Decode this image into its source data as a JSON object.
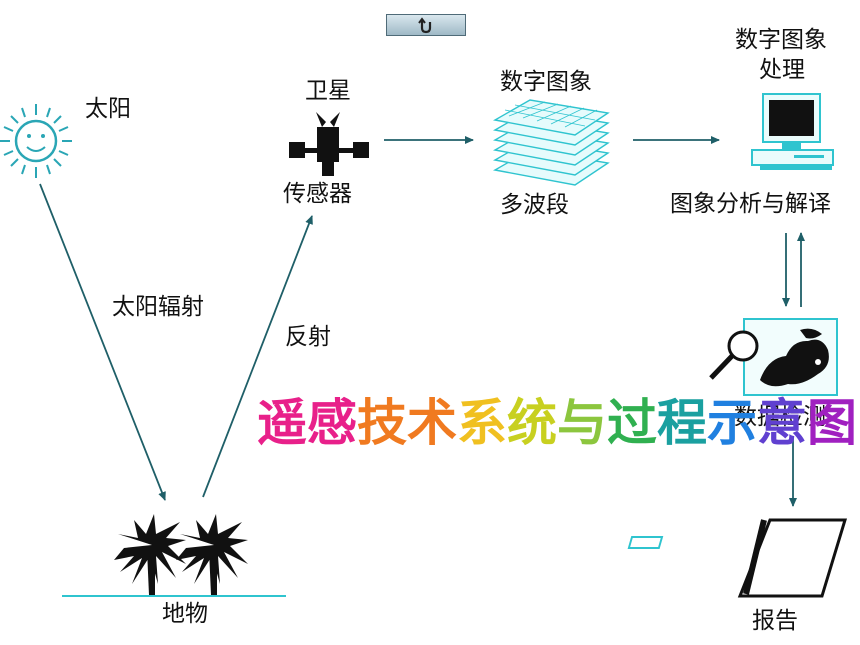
{
  "nav": {
    "back_button_icon": "return-arrow-icon"
  },
  "labels": {
    "sun": "太阳",
    "satellite": "卫星",
    "sensor": "传感器",
    "digital_image_top": "数字图象",
    "multiband": "多波段",
    "processing_line1": "数字图象",
    "processing_line2": "处理",
    "analysis": "图象分析与解译",
    "solar_radiation": "太阳辐射",
    "reflection": "反射",
    "data_check": "数据检测",
    "ground_object": "地物",
    "report": "报告"
  },
  "title": {
    "chars": [
      "遥",
      "感",
      "技",
      "术",
      "系",
      "统",
      "与",
      "过",
      "程",
      "示",
      "意",
      "图"
    ],
    "colors": [
      "#e8208a",
      "#e8208a",
      "#f07a20",
      "#f07a20",
      "#f0c020",
      "#c8d020",
      "#8cc63e",
      "#30b050",
      "#1aa0a0",
      "#2080e0",
      "#6040d0",
      "#a020c0"
    ]
  },
  "colors": {
    "accent": "#2aa6b5",
    "arrow": "#1f5f68",
    "icon": "#111111"
  }
}
